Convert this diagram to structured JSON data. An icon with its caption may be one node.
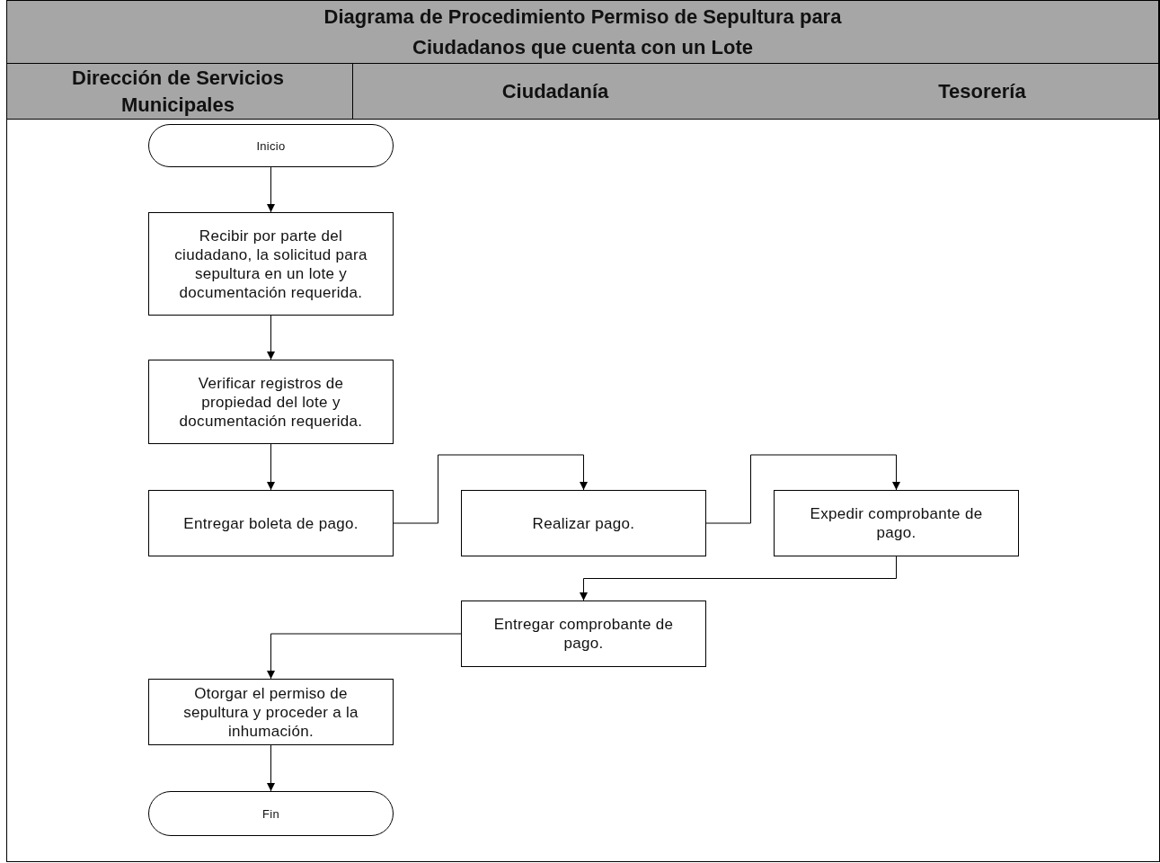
{
  "diagram": {
    "title": "Diagrama de Procedimiento Permiso de Sepultura para Ciudadanos que cuenta con un Lote",
    "nodes": [
      {
        "text": [
          "Dirección de Servicios Municipales"
        ]
      },
      {
        "text": [
          "Ciudadanía"
        ]
      },
      {
        "text": [
          "Tesorería"
        ]
      },
      {
        "text": [
          "Inicio"
        ]
      },
      {
        "text": [
          "Recibir por parte del ciudadano, la solicitud para sepultura en un lote y documentación requerida."
        ]
      },
      {
        "text": [
          "Verificar registros de propiedad del lote y documentación requerida."
        ]
      },
      {
        "text": [
          "Entregar boleta de pago."
        ]
      },
      {
        "text": [
          "Realizar pago."
        ]
      },
      {
        "text": [
          "Expedir comprobante de pago."
        ]
      },
      {
        "text": [
          "Entregar comprobante de pago."
        ]
      },
      {
        "text": [
          "Otorgar el permiso de sepultura y proceder a la inhumación."
        ]
      },
      {
        "text": [
          "Fin"
        ]
      }
    ],
    "edges": [
      {
        "from": 3,
        "to": 4,
        "arrow": "to"
      },
      {
        "from": 4,
        "to": 5,
        "arrow": "to"
      },
      {
        "from": 5,
        "to": 6,
        "arrow": "to"
      },
      {
        "from": 6,
        "to": 7,
        "arrow": "to"
      },
      {
        "from": 7,
        "to": 8,
        "arrow": "to"
      },
      {
        "from": 8,
        "to": 9,
        "arrow": "to"
      },
      {
        "from": 9,
        "to": 10,
        "arrow": "to"
      },
      {
        "from": 10,
        "to": 11,
        "arrow": "to"
      }
    ]
  }
}
